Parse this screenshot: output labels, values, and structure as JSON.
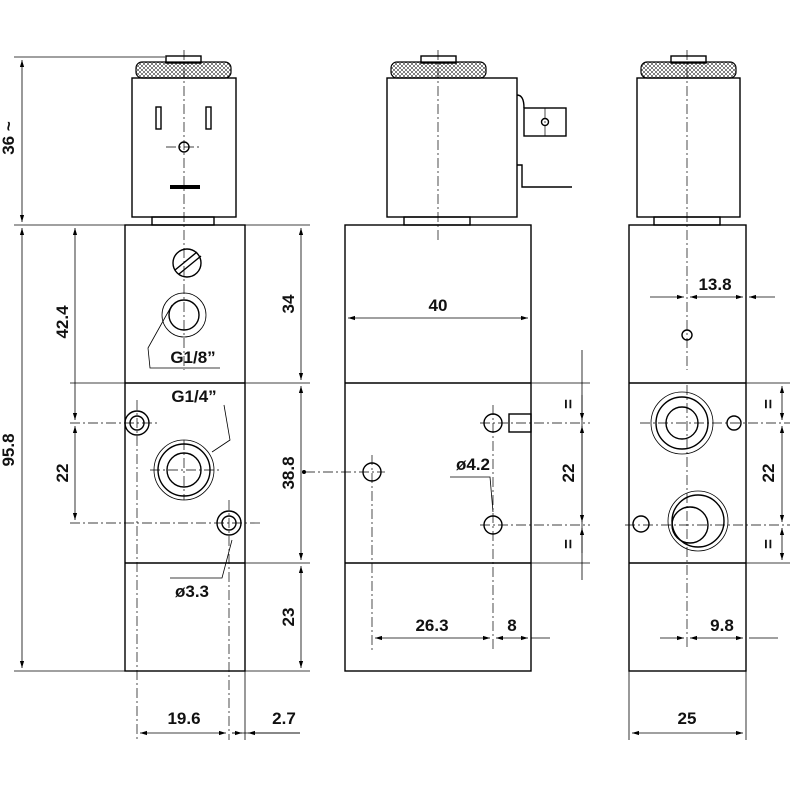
{
  "views": [
    "front-view",
    "side-view-left",
    "side-view-right"
  ],
  "dimensions": {
    "coil_height": "36 ~",
    "body_height": "95.8",
    "port_g18_height": "42.4",
    "hole_spacing_front": "22",
    "upper_section": "34",
    "middle_section": "38.8",
    "lower_section": "23",
    "width_front": "19.6",
    "offset_front": "2.7",
    "width_side": "40",
    "hole_diameter_side": "ø4.2",
    "hole_spacing_side": "22",
    "offset_side_a": "26.3",
    "offset_side_b": "8",
    "offset_right_top": "13.8",
    "hole_spacing_right": "22",
    "offset_right_bottom": "9.8",
    "width_right": "25",
    "hole_diameter_front": "ø3.3",
    "equal_mark": "="
  },
  "ports": {
    "g18": "G1/8”",
    "g14": "G1/4”"
  }
}
